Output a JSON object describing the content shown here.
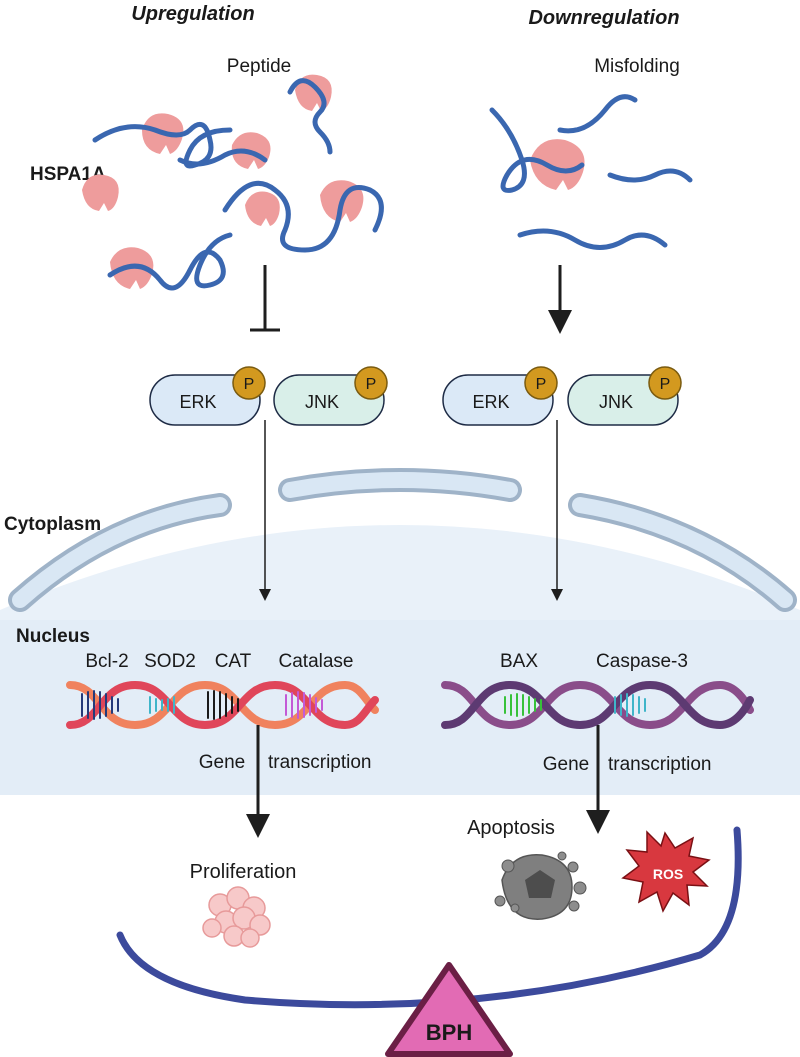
{
  "headings": {
    "up": "Upregulation",
    "down": "Downregulation"
  },
  "labels": {
    "peptide": "Peptide",
    "misfolding": "Misfolding",
    "hspa1a": "HSPA1A",
    "cytoplasm": "Cytoplasm",
    "nucleus": "Nucleus",
    "proliferation": "Proliferation",
    "apoptosis": "Apoptosis",
    "ros": "ROS",
    "bph": "BPH"
  },
  "kinases": {
    "left": [
      {
        "name": "ERK",
        "phospho": "P"
      },
      {
        "name": "JNK",
        "phospho": "P"
      }
    ],
    "right": [
      {
        "name": "ERK",
        "phospho": "P"
      },
      {
        "name": "JNK",
        "phospho": "P"
      }
    ]
  },
  "genes": {
    "left": [
      "Bcl-2",
      "SOD2",
      "CAT",
      "Catalase"
    ],
    "right": [
      "BAX",
      "Caspase-3"
    ]
  },
  "transcription": {
    "left": {
      "word1": "Gene",
      "word2": "transcription"
    },
    "right": {
      "word1": "Gene",
      "word2": "transcription"
    }
  },
  "colors": {
    "chaperone": "#ee9c9c",
    "peptide_chain": "#3a67b0",
    "erk_fill": "#dbe9f7",
    "jnk_fill": "#d9efe9",
    "phospho": "#d3991f",
    "cell_fill": "#e9f1f9",
    "membrane": "#c7d9ec",
    "dna_left_a": "#f0825e",
    "dna_left_b": "#e0465a",
    "dna_right_a": "#8a4d8a",
    "dna_right_b": "#5d3a72",
    "seesaw": "#3c4a9c",
    "bph_fill": "#e26bb4",
    "ros_fill": "#d8383f"
  }
}
